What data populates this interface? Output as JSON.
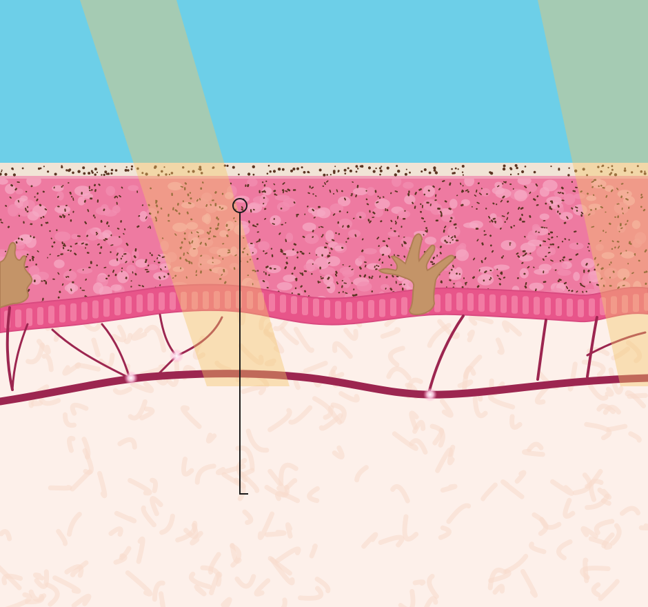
{
  "diagram": {
    "subject": "skin-cross-section",
    "layers": [
      "sky",
      "stratum-corneum",
      "epidermis",
      "basal-layer",
      "dermis",
      "blood-vessel"
    ],
    "light_beams": 2,
    "melanocytes": 2,
    "pointer_marker": "circle-callout",
    "colors": {
      "sky": "#6dcfe8",
      "beam": "#f2c56a",
      "stratum_corneum": "#f1e4d6",
      "epidermis": "#ee7aa1",
      "cell": "#f28fb2",
      "melanin": "#5a3522",
      "basal": "#e8558a",
      "dermis": "#fdf0ea",
      "dermis_fibre": "#f9dccd",
      "vessel": "#9c2650",
      "melanocyte": "#c49468",
      "pointer": "#1a1a1a"
    }
  }
}
